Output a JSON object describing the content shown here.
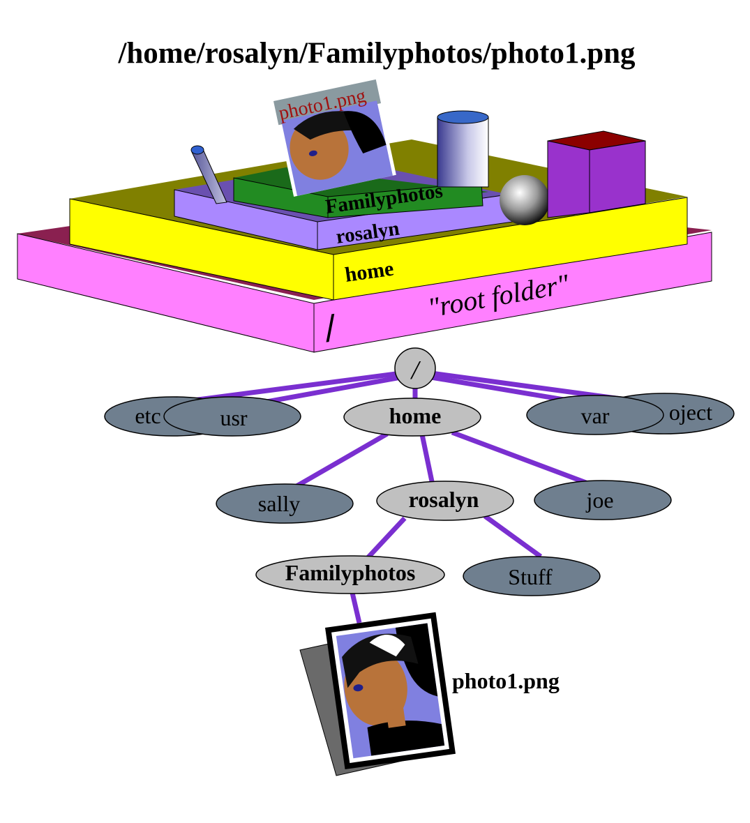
{
  "title": "/home/rosalyn/Familyphotos/photo1.png",
  "boxes": {
    "root_label": "/",
    "root_caption": "\"root folder\"",
    "home_label": "home",
    "rosalyn_label": "rosalyn",
    "familyphotos_label": "Familyphotos",
    "photo_label": "photo1.png"
  },
  "tree": {
    "root": "/",
    "level1": [
      "etc",
      "usr",
      "home",
      "var",
      "oject"
    ],
    "level2": [
      "sally",
      "rosalyn",
      "joe"
    ],
    "level3": [
      "Familyphotos",
      "Stuff"
    ],
    "file_label": "photo1.png"
  },
  "colors": {
    "root_box": "#ff80ff",
    "home_box": "#ffff00",
    "rosalyn_box": "#aa88ff",
    "familyphotos_box": "#228b22",
    "edge": "#7a2fd0",
    "node_on_path": "#c0c0c0",
    "node_off_path": "#6f7f8f",
    "photo_bg": "#8080e0",
    "skin": "#b8733a"
  }
}
